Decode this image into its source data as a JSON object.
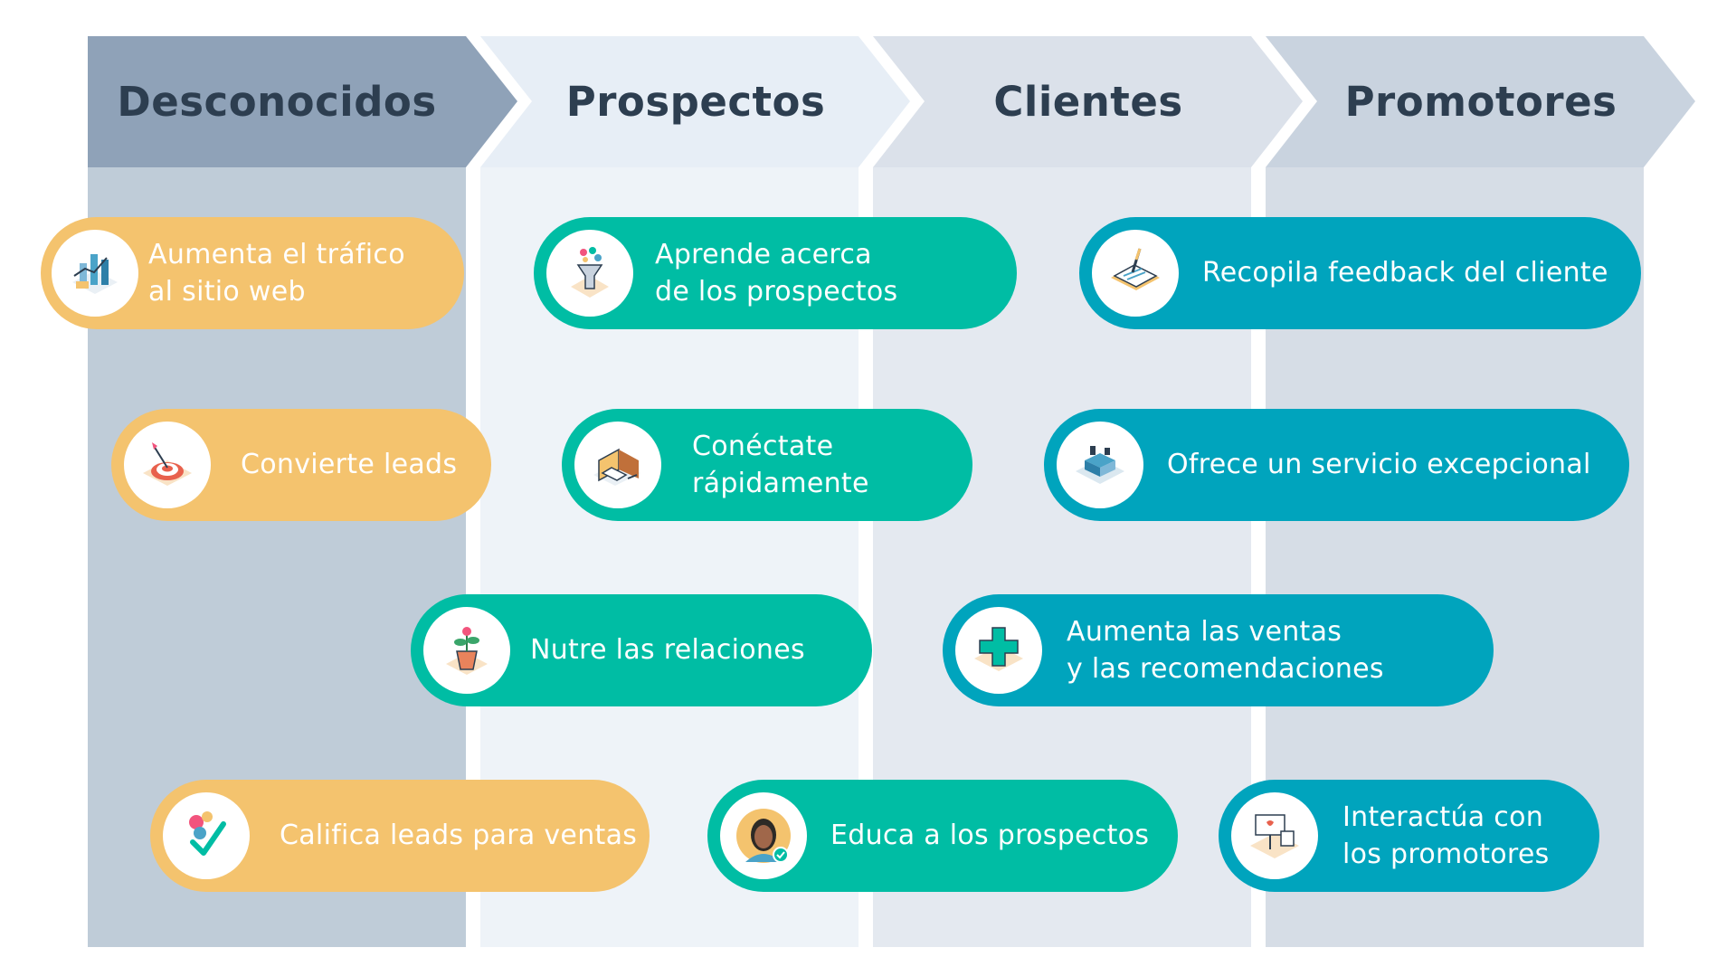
{
  "stages": [
    {
      "label": "Desconocidos",
      "color": "#8fa2b8",
      "column_color": "#bfccd8",
      "text_color": "#2d3e50"
    },
    {
      "label": "Prospectos",
      "color": "#e7eef6",
      "column_color": "#eef3f8",
      "text_color": "#2d3e50"
    },
    {
      "label": "Clientes",
      "color": "#dbe1ea",
      "column_color": "#e4e9f0",
      "text_color": "#2d3e50"
    },
    {
      "label": "Promotores",
      "color": "#c9d3df",
      "column_color": "#d6dde6",
      "text_color": "#2d3e50"
    }
  ],
  "actions": {
    "aumenta_trafico": {
      "line1": "Aumenta el tráfico",
      "line2": "al sitio web",
      "icon": "analytics-chart-icon"
    },
    "convierte_leads": {
      "line1": "Convierte leads",
      "icon": "target-icon"
    },
    "califica_leads": {
      "line1": "Califica leads para ventas",
      "icon": "checkmark-balloons-icon"
    },
    "aprende_prospectos": {
      "line1": "Aprende acerca",
      "line2": "de los prospectos",
      "icon": "funnel-icon"
    },
    "conectate": {
      "line1": "Conéctate",
      "line2": "rápidamente",
      "icon": "laptop-icon"
    },
    "nutre_relaciones": {
      "line1": "Nutre las relaciones",
      "icon": "potted-plant-icon"
    },
    "educa_prospectos": {
      "line1": "Educa a los prospectos",
      "icon": "person-avatar-icon"
    },
    "recopila_feedback": {
      "line1": "Recopila feedback del cliente",
      "icon": "clipboard-pen-icon"
    },
    "ofrece_servicio": {
      "line1": "Ofrece un servicio excepcional",
      "icon": "service-desk-icon"
    },
    "aumenta_ventas": {
      "line1": "Aumenta las ventas",
      "line2": "y las recomendaciones",
      "icon": "plus-cross-icon"
    },
    "interactua_promotores": {
      "line1": "Interactúa con",
      "line2": "los promotores",
      "icon": "promo-sign-icon"
    }
  },
  "colors": {
    "orange": "#f4c36e",
    "green": "#00bda4",
    "teal": "#00a4bd",
    "dark_text": "#2d3e50"
  }
}
